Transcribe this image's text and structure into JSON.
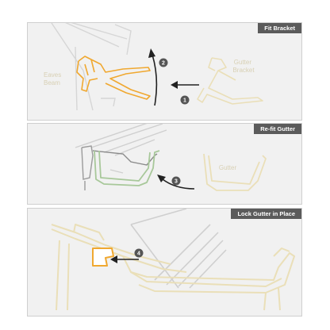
{
  "panels": [
    {
      "title": "Fit Bracket",
      "labels": {
        "eaves_beam": [
          "Eaves",
          "Beam"
        ],
        "gutter_bracket": [
          "Gutter",
          "Bracket"
        ]
      },
      "steps": [
        "1",
        "2"
      ]
    },
    {
      "title": "Re-fit Gutter",
      "labels": {
        "gutter": "Gutter"
      },
      "steps": [
        "3"
      ]
    },
    {
      "title": "Lock Gutter in Place",
      "steps": [
        "4"
      ]
    }
  ],
  "colors": {
    "panel_bg": "#f1f1f1",
    "tag_bg": "#5b5b5b",
    "bracket_orange": "#f0a830",
    "gutter_green": "#a8c89a",
    "faded_cream": "#eadfb8",
    "arrow": "#222222",
    "step_circle": "#555555"
  }
}
